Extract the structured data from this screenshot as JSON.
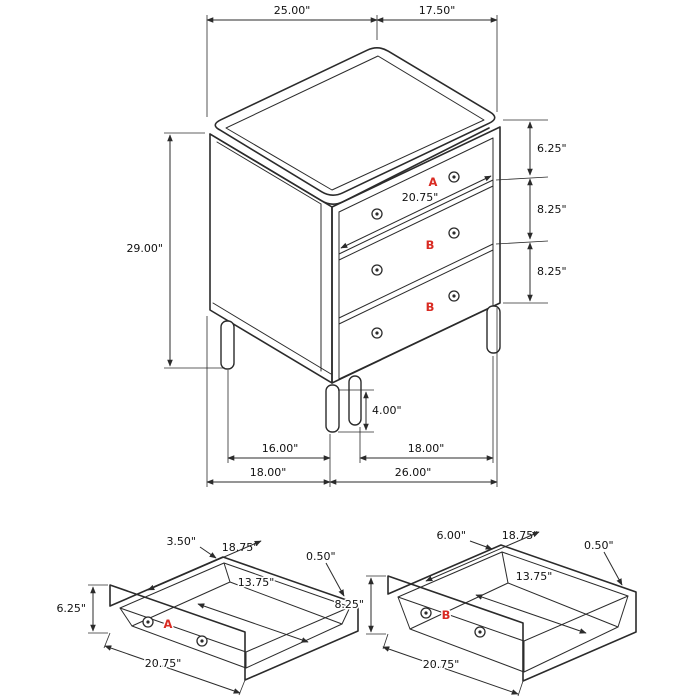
{
  "colors": {
    "line": "#2b2b2b",
    "label": "#d92b23",
    "background": "#ffffff"
  },
  "chest": {
    "top_width": "25.00\"",
    "top_depth": "17.50\"",
    "height": "29.00\"",
    "drawer_a_height": "6.25\"",
    "drawer_b1_height": "8.25\"",
    "drawer_b2_height": "8.25\"",
    "drawer_front_width": "20.75\"",
    "leg_height": "4.00\"",
    "front_leg_span": "16.00\"",
    "side_leg_span": "18.00\"",
    "overall_depth": "18.00\"",
    "overall_width": "26.00\"",
    "label_a": "A",
    "label_b1": "B",
    "label_b2": "B"
  },
  "drawer_a": {
    "label": "A",
    "side_height": "3.50\"",
    "inner_depth": "18.75\"",
    "wall_thickness": "0.50\"",
    "front_height": "6.25\"",
    "inner_width": "13.75\"",
    "front_width": "20.75\""
  },
  "drawer_b": {
    "label": "B",
    "side_height": "6.00\"",
    "inner_depth": "18.75\"",
    "wall_thickness": "0.50\"",
    "front_height": "8.25\"",
    "inner_width": "13.75\"",
    "front_width": "20.75\""
  }
}
